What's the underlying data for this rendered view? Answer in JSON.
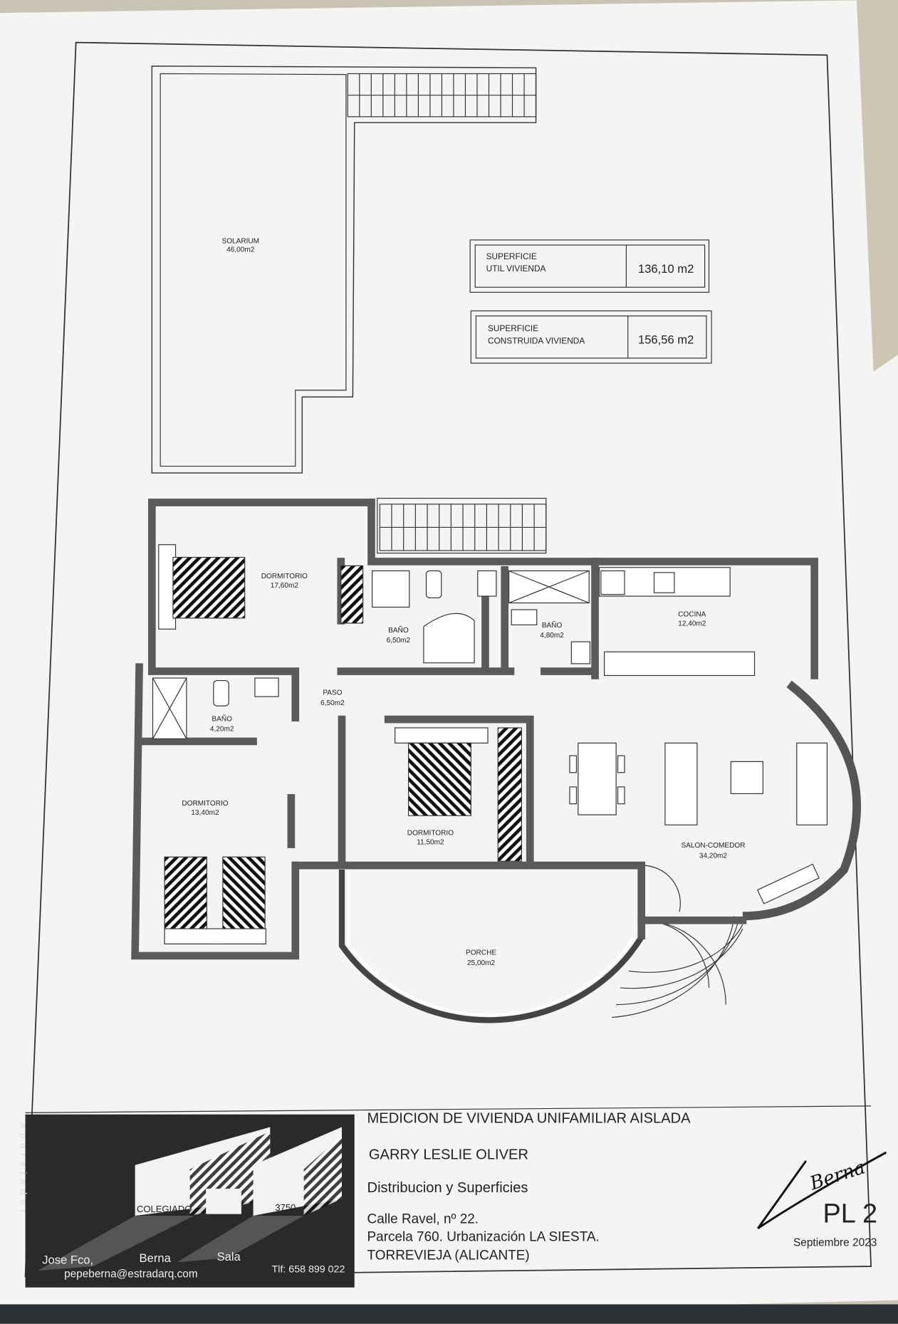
{
  "solarium": {
    "name": "SOLARIUM",
    "area": "46,00m2"
  },
  "surface_boxes": [
    {
      "label_line1": "SUPERFICIE",
      "label_line2": "UTIL VIVIENDA",
      "value": "136,10 m2"
    },
    {
      "label_line1": "SUPERFICIE",
      "label_line2": "CONSTRUIDA VIVIENDA",
      "value": "156,56 m2"
    }
  ],
  "rooms": [
    {
      "name": "DORMITORIO",
      "area": "17,60m2"
    },
    {
      "name": "BAÑO",
      "area": "6,50m2"
    },
    {
      "name": "BAÑO",
      "area": "4,80m2"
    },
    {
      "name": "COCINA",
      "area": "12,40m2"
    },
    {
      "name": "PASO",
      "area": "6,50m2"
    },
    {
      "name": "BAÑO",
      "area": "4,20m2"
    },
    {
      "name": "DORMITORIO",
      "area": "13,40m2"
    },
    {
      "name": "DORMITORIO",
      "area": "11,50m2"
    },
    {
      "name": "SALON-COMEDOR",
      "area": "34,20m2"
    },
    {
      "name": "PORCHE",
      "area": "25,00m2"
    }
  ],
  "title_block": {
    "logo": {
      "vertical_text": "aparejador",
      "colegiado": "COLEGIADO",
      "number": "3750",
      "name_parts": [
        "Jose Fco,",
        "Berna",
        "Sala"
      ],
      "email": "pepeberna@estradarq.com",
      "phone": "Tlf: 658 899 022"
    },
    "project_title": "MEDICION DE VIVIENDA UNIFAMILIAR AISLADA",
    "client": "GARRY LESLIE OLIVER",
    "subject": "Distribucion y Superficies",
    "address_lines": [
      "Calle Ravel, nº 22.",
      "Parcela 760. Urbanización LA SIESTA.",
      "TORREVIEJA (ALICANTE)"
    ],
    "signature": "Berna",
    "sheet": "PL 2",
    "date": "Septiembre 2023"
  },
  "colors": {
    "paper": "#f4f4f2",
    "wall": "#5a5a5a",
    "ink": "#222222",
    "logo_bg": "#2a2a2a"
  }
}
